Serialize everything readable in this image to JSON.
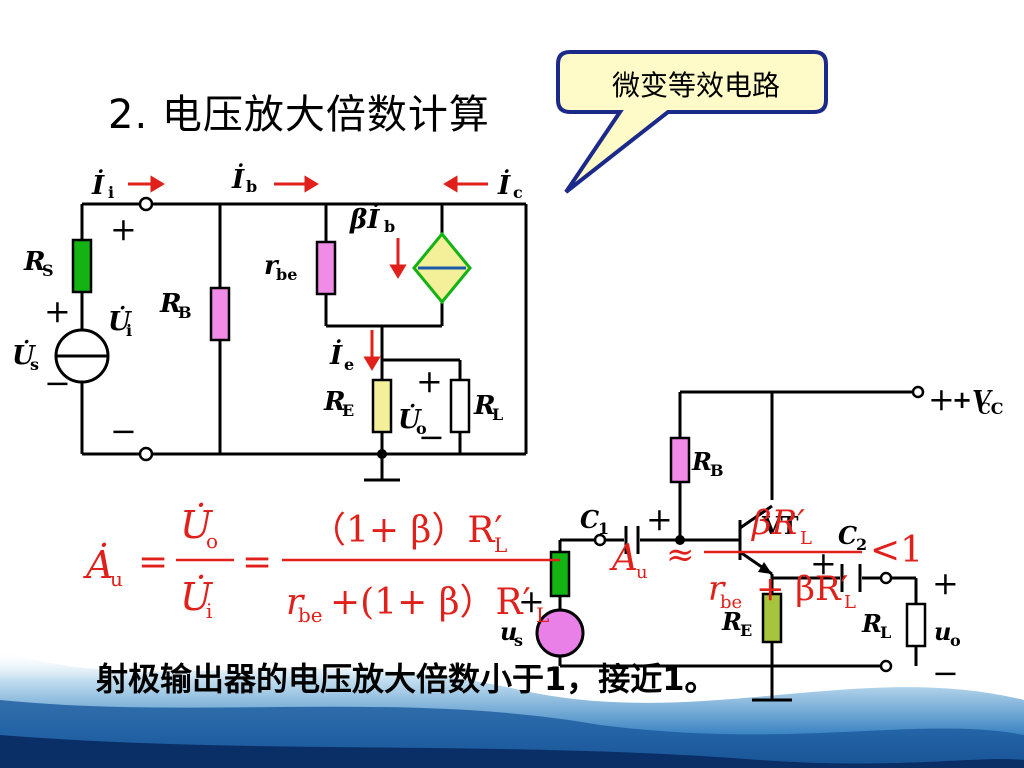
{
  "title": "2. 电压放大倍数计算",
  "callout": {
    "text": "微变等效电路"
  },
  "equivalent_circuit": {
    "labels": {
      "ii": "İ",
      "ii_sub": "i",
      "ib": "İ",
      "ib_sub": "b",
      "ic": "İ",
      "ic_sub": "c",
      "ie": "İ",
      "ie_sub": "e",
      "beta_ib": "βİ",
      "beta_ib_sub": "b",
      "rs": "R",
      "rs_sub": "S",
      "rb": "R",
      "rb_sub": "B",
      "rbe": "r",
      "rbe_sub": "be",
      "re": "R",
      "re_sub": "E",
      "rl": "R",
      "rl_sub": "L",
      "us": "U̇",
      "us_sub": "s",
      "ui": "U̇",
      "ui_sub": "i",
      "uo": "U̇",
      "uo_sub": "o",
      "plus": "+",
      "minus": "−"
    }
  },
  "formula": {
    "lhs": "Ȧ",
    "lhs_sub": "u",
    "eq": "=",
    "num1": "U̇",
    "num1_sub": "o",
    "den1": "U̇",
    "den1_sub": "i",
    "num2_a": "（1+ β）R′",
    "num2_sub": "L",
    "den2_a": "r",
    "den2_sub1": "be",
    "den2_b": "+(1+ β）R′",
    "den2_sub2": "L"
  },
  "follower_circuit": {
    "labels": {
      "vcc": "+V",
      "vcc_sub": "CC",
      "rb": "R",
      "rb_sub": "B",
      "c1": "C",
      "c1_sub": "1",
      "c2": "C",
      "c2_sub": "2",
      "vt": "VT",
      "re": "R",
      "re_sub": "E",
      "rl": "R",
      "rl_sub": "L",
      "us": "u",
      "us_sub": "s",
      "uo": "u",
      "uo_sub": "o",
      "plus": "+",
      "minus": "−"
    }
  },
  "approx_formula": {
    "lhs": "A",
    "lhs_sub": "u",
    "approx": "≈",
    "num": "βR′",
    "num_sub": "L",
    "den_a": "r",
    "den_sub": "be",
    "den_b": "+ βR′",
    "den_sub2": "L",
    "rhs": "<1"
  },
  "conclusion": "射极输出器的电压放大倍数小于1，接近1。",
  "colors": {
    "arrow": "#e0201a",
    "formula": "#e0201a",
    "green_resistor": "#12b312",
    "pink_resistor": "#f08ce8",
    "yellow_resistor": "#f4f09a",
    "source": "#e880e8",
    "callout_bg": "#fffbc8",
    "callout_border": "#1b2a8a"
  }
}
